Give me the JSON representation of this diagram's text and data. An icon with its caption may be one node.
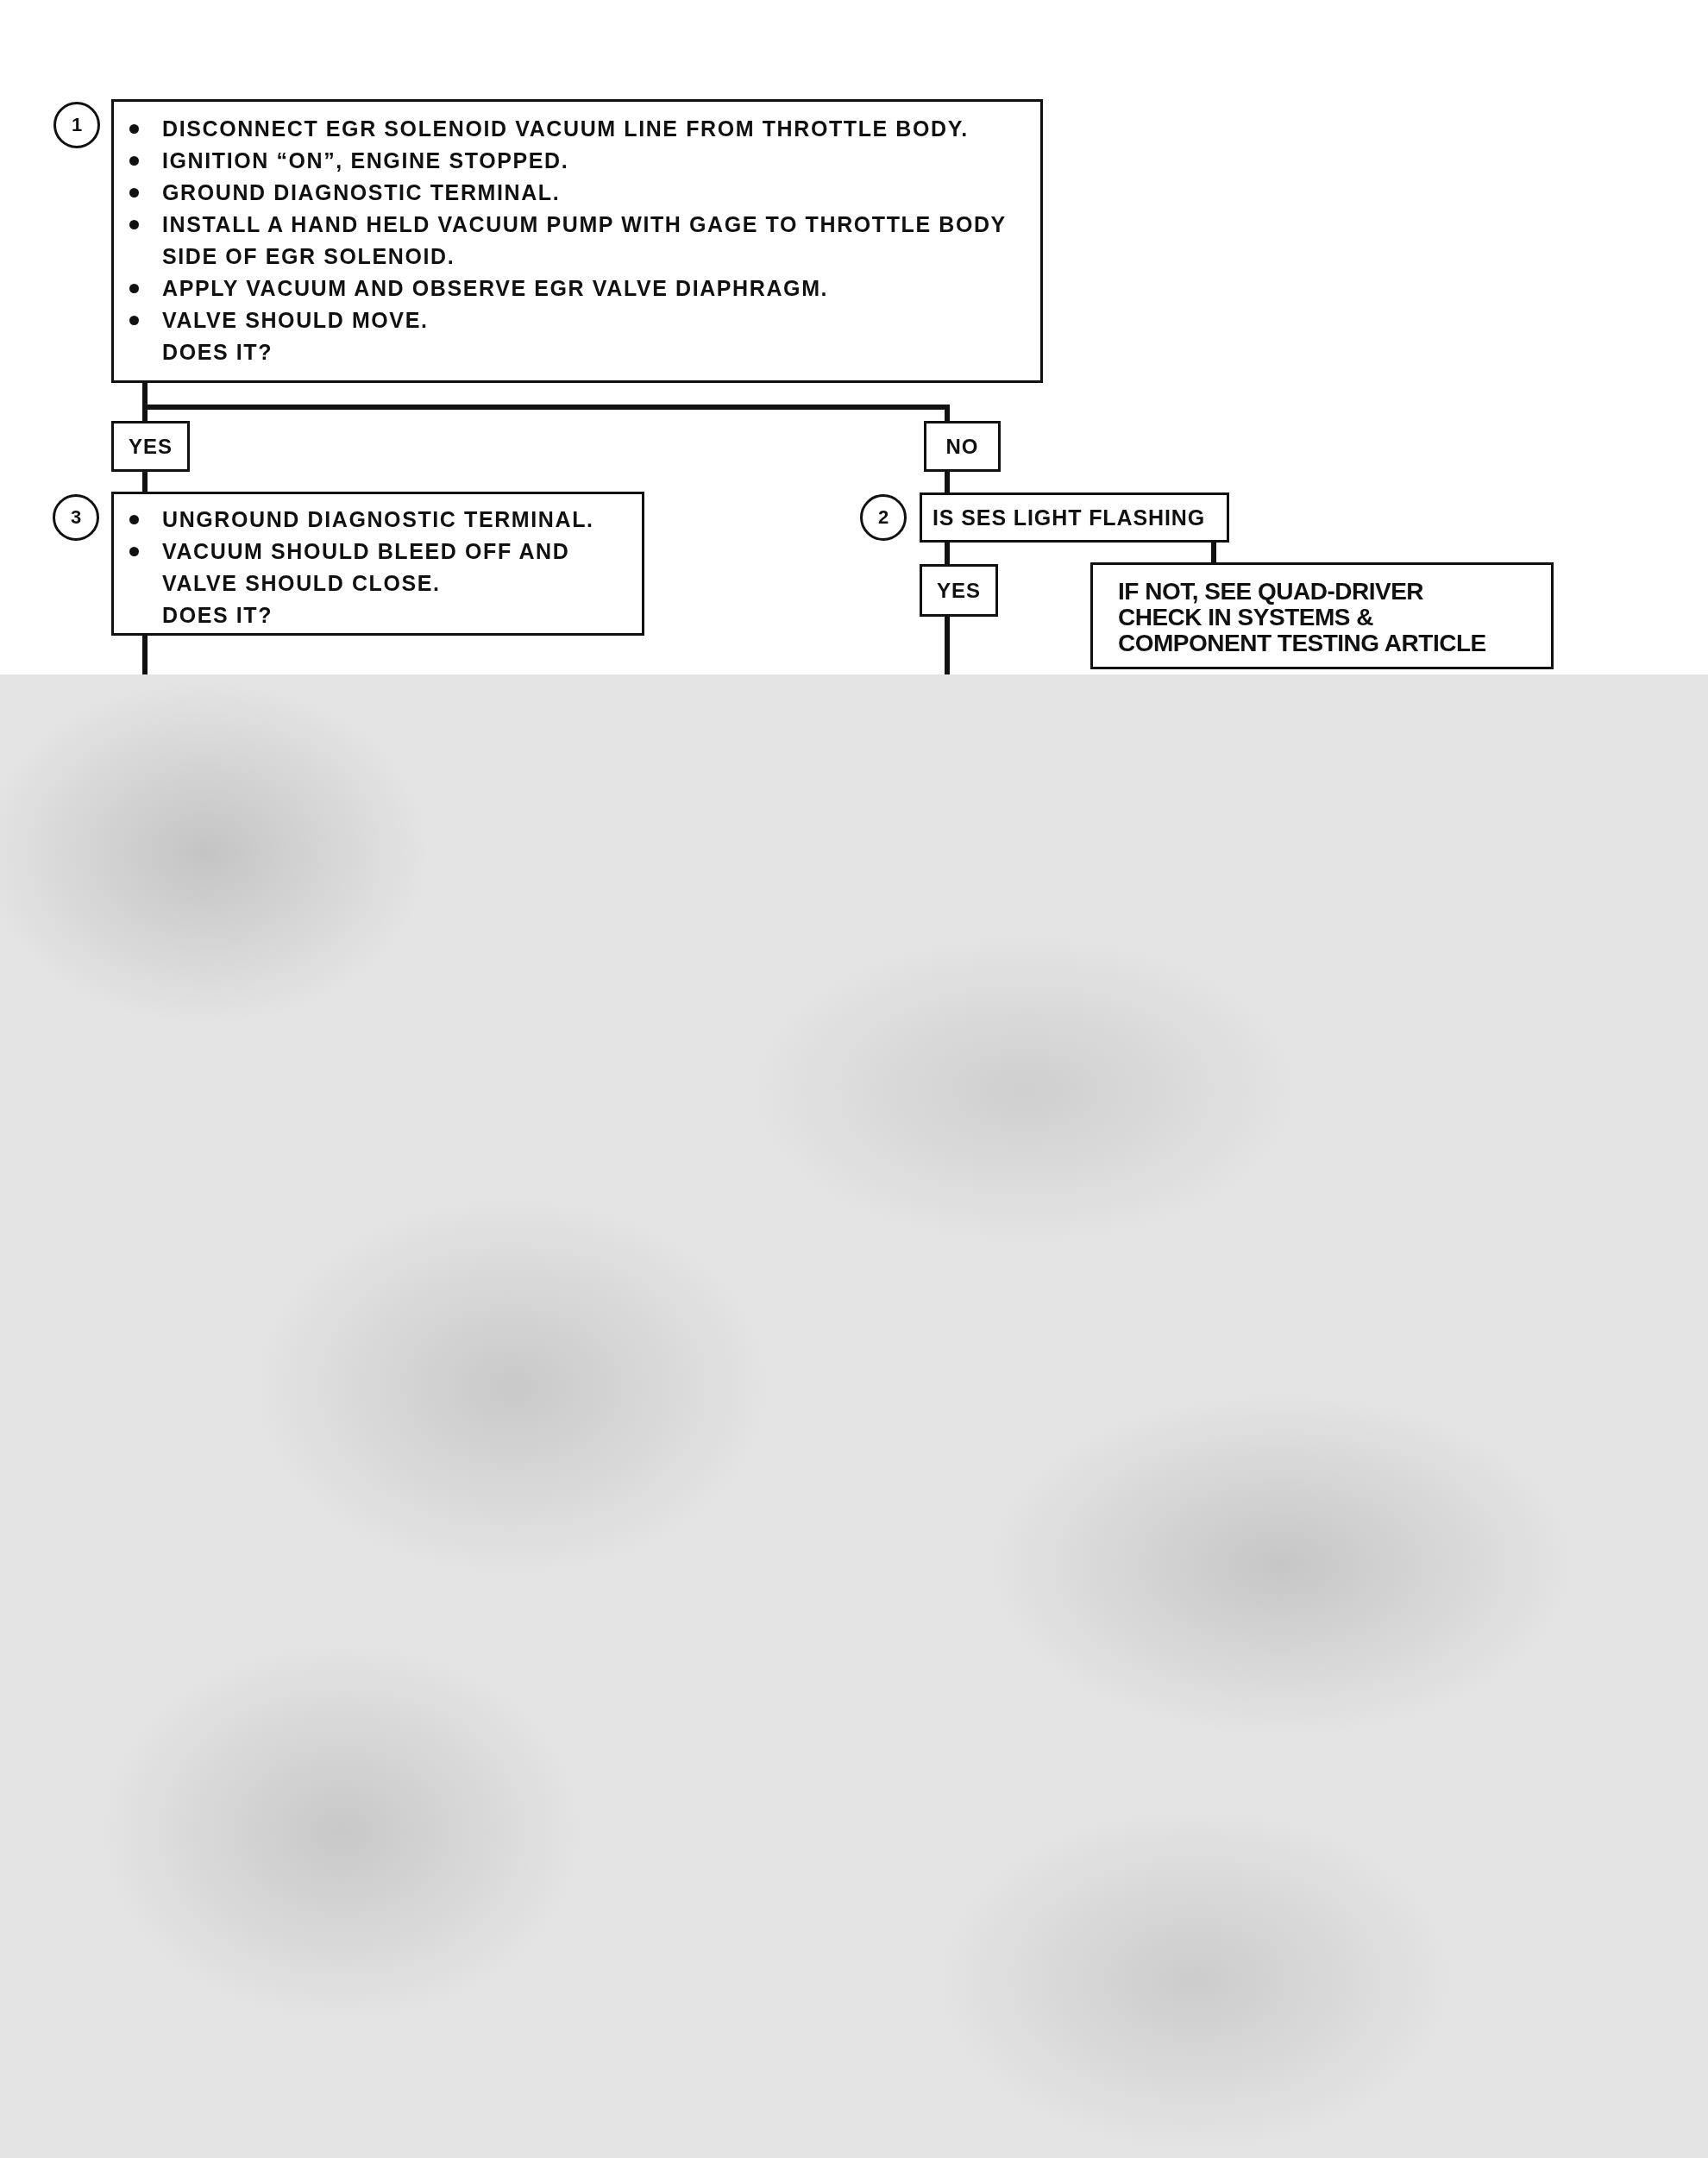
{
  "diagram": {
    "nodes": [
      {
        "text": [
          "1"
        ]
      },
      {
        "text": [
          "DISCONNECT EGR SOLENOID VACUUM LINE FROM THROTTLE BODY.",
          "IGNITION “ON”, ENGINE STOPPED.",
          "GROUND DIAGNOSTIC TERMINAL.",
          "INSTALL A HAND HELD VACUUM PUMP WITH GAGE TO THROTTLE BODY SIDE OF EGR SOLENOID.",
          "APPLY VACUUM AND OBSERVE EGR VALVE DIAPHRAGM.",
          "VALVE SHOULD MOVE.",
          "DOES IT?"
        ]
      },
      {
        "text": [
          "YES"
        ]
      },
      {
        "text": [
          "NO"
        ]
      },
      {
        "text": [
          "3"
        ]
      },
      {
        "text": [
          "UNGROUND DIAGNOSTIC TERMINAL.",
          "VACUUM SHOULD BLEED OFF AND VALVE SHOULD CLOSE.",
          "DOES IT?"
        ]
      },
      {
        "text": [
          "2"
        ]
      },
      {
        "text": [
          "IS SES LIGHT FLASHING"
        ]
      },
      {
        "text": [
          "YES"
        ]
      },
      {
        "text": [
          "IF NOT, SEE QUAD-DRIVER CHECK IN SYSTEMS & COMPONENT TESTING ARTICLE"
        ]
      }
    ],
    "edges": [
      {
        "from": 1,
        "to": 2,
        "arrow": "none"
      },
      {
        "from": 1,
        "to": 3,
        "arrow": "none"
      },
      {
        "from": 2,
        "to": 5,
        "arrow": "none"
      },
      {
        "from": 3,
        "to": 7,
        "arrow": "none"
      },
      {
        "from": 7,
        "to": 8,
        "arrow": "none"
      },
      {
        "from": 7,
        "to": 9,
        "arrow": "none"
      },
      {
        "from": 5,
        "to": null,
        "arrow": "none"
      },
      {
        "from": 8,
        "to": null,
        "arrow": "none"
      }
    ]
  }
}
